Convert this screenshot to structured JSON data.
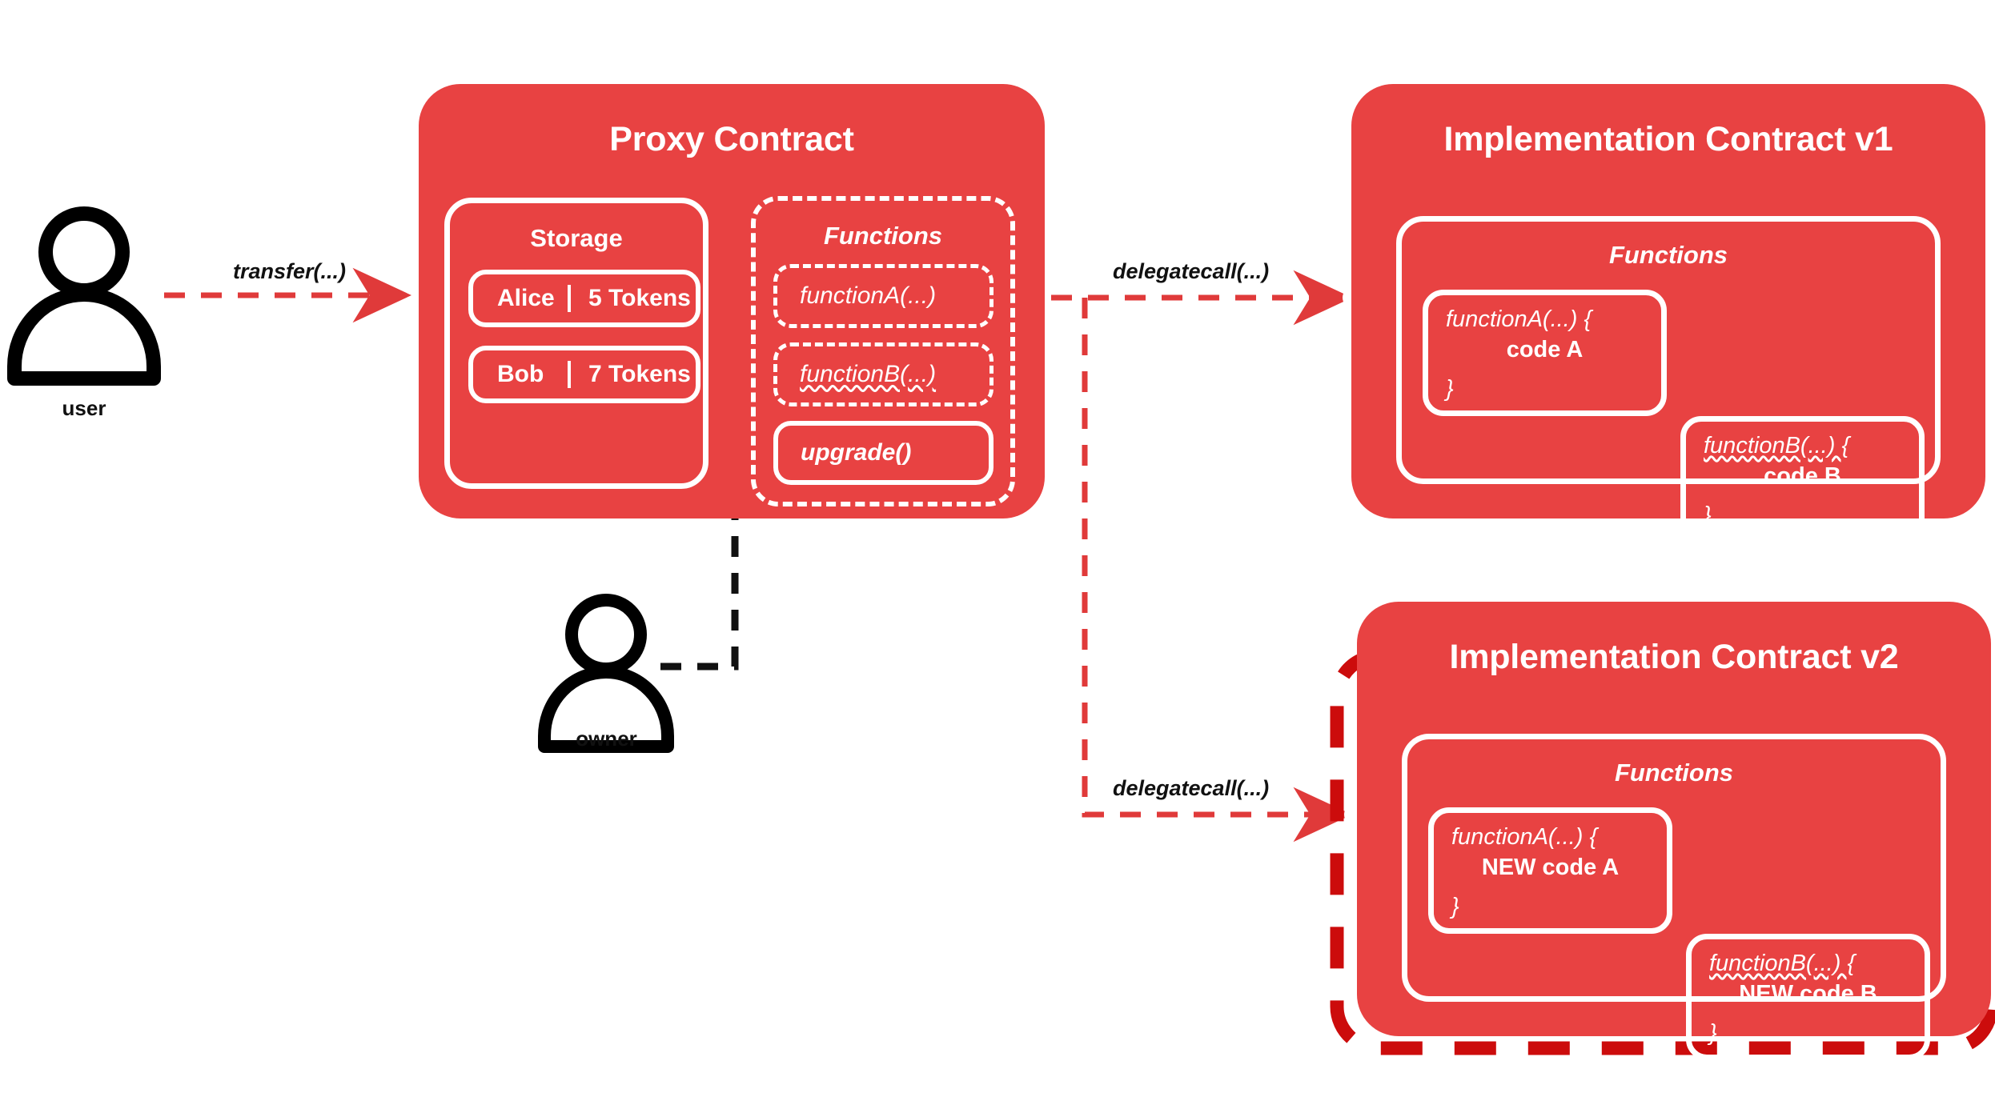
{
  "colors": {
    "card_fill": "#E84242",
    "stroke_white": "#FFFFFF",
    "accent_red": "#E03A3A",
    "highlight_dark_red": "#CC0C0C",
    "text_dark": "#111111",
    "background": "#FFFFFF"
  },
  "actors": [
    {
      "id": "user",
      "label": "user"
    },
    {
      "id": "owner",
      "label": "owner"
    }
  ],
  "edges": [
    {
      "id": "transfer",
      "label": "transfer(...)"
    },
    {
      "id": "delegatecall1",
      "label": "delegatecall(...)"
    },
    {
      "id": "delegatecall2",
      "label": "delegatecall(...)"
    }
  ],
  "proxy": {
    "title": "Proxy Contract",
    "storage": {
      "title": "Storage",
      "rows": [
        {
          "name": "Alice",
          "value": "5 Tokens"
        },
        {
          "name": "Bob",
          "value": "7 Tokens"
        }
      ]
    },
    "functions": {
      "title": "Functions",
      "items": [
        {
          "label": "functionA(...)",
          "style": "dashed"
        },
        {
          "label": "functionB(...)",
          "style": "dashed"
        },
        {
          "label": "upgrade()",
          "style": "solid"
        }
      ]
    }
  },
  "impl_v1": {
    "title": "Implementation Contract v1",
    "functions": {
      "title": "Functions",
      "items": [
        {
          "sig": "functionA(...) {",
          "body": "code A",
          "close": "}"
        },
        {
          "sig": "functionB(...) {",
          "body": "code B",
          "close": "}"
        }
      ]
    }
  },
  "impl_v2": {
    "title": "Implementation Contract v2",
    "functions": {
      "title": "Functions",
      "items": [
        {
          "sig": "functionA(...) {",
          "body": "NEW code A",
          "close": "}"
        },
        {
          "sig": "functionB(...) {",
          "body": "NEW code B",
          "close": "}"
        }
      ]
    }
  }
}
